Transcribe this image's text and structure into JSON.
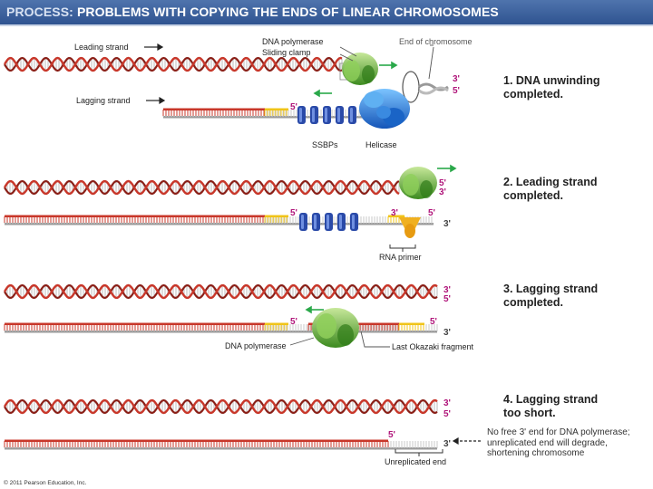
{
  "header": {
    "title_prefix": "PROCESS:",
    "title": "PROBLEMS WITH COPYING THE ENDS OF LINEAR CHROMOSOMES"
  },
  "labels": {
    "leading_strand": "Leading strand",
    "lagging_strand": "Lagging strand",
    "dna_polymerase": "DNA polymerase",
    "sliding_clamp": "Sliding clamp",
    "end_of_chromosome": "End of chromosome",
    "ssbps": "SSBPs",
    "helicase": "Helicase",
    "rna_primer": "RNA primer",
    "dna_polymerase_2": "DNA polymerase",
    "last_okazaki": "Last Okazaki fragment",
    "unreplicated_end": "Unreplicated end"
  },
  "ends": {
    "three": "3'",
    "five": "5'"
  },
  "steps": [
    {
      "line1": "1. DNA unwinding",
      "line2": "completed."
    },
    {
      "line1": "2. Leading strand",
      "line2": "completed."
    },
    {
      "line1": "3. Lagging strand",
      "line2": "completed."
    },
    {
      "line1": "4. Lagging strand",
      "line2": "too short."
    }
  ],
  "note": "No free 3' end for DNA polymerase; unreplicated end will degrade, shortening chromosome",
  "copyright": "© 2011 Pearson Education, Inc.",
  "colors": {
    "header": "#3a5f9c",
    "dna_red": "#c8372a",
    "dna_gray": "#9a9a9a",
    "primer_yellow": "#f0c419",
    "end_label": "#b0157a",
    "ssbp_blue": "#2a4aa8",
    "helicase_blue": "#1f7fd0",
    "polymerase_green": "#5aa82e",
    "arrow_green": "#2aa84a"
  }
}
